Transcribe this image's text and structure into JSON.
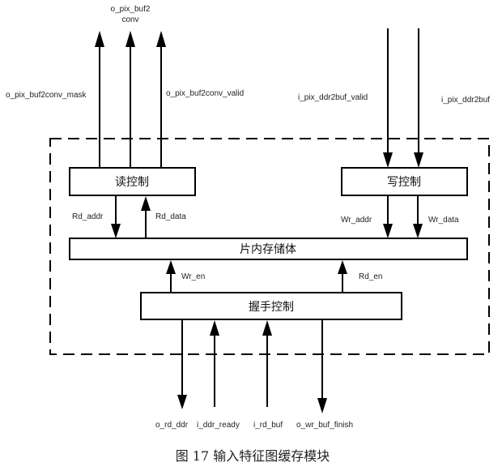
{
  "diagram": {
    "blocks": {
      "read_control": "读控制",
      "write_control": "写控制",
      "memory": "片内存储体",
      "handshake_control": "握手控制"
    },
    "top_outputs": {
      "mask": "o_pix_buf2conv_mask",
      "data_line1": "o_pix_buf2",
      "data_line2": "conv",
      "valid": "o_pix_buf2conv_valid"
    },
    "top_inputs": {
      "valid": "i_pix_ddr2buf_valid",
      "data": "i_pix_ddr2buf"
    },
    "internal_signals": {
      "rd_addr": "Rd_addr",
      "rd_data": "Rd_data",
      "wr_addr": "Wr_addr",
      "wr_data": "Wr_data",
      "wr_en": "Wr_en",
      "rd_en": "Rd_en"
    },
    "bottom_signals": {
      "o_rd_ddr": "o_rd_ddr",
      "i_ddr_ready": "i_ddr_ready",
      "i_rd_buf": "i_rd_buf",
      "o_wr_buf_finish": "o_wr_buf_finish"
    },
    "caption": "图 17  输入特征图缓存模块"
  }
}
